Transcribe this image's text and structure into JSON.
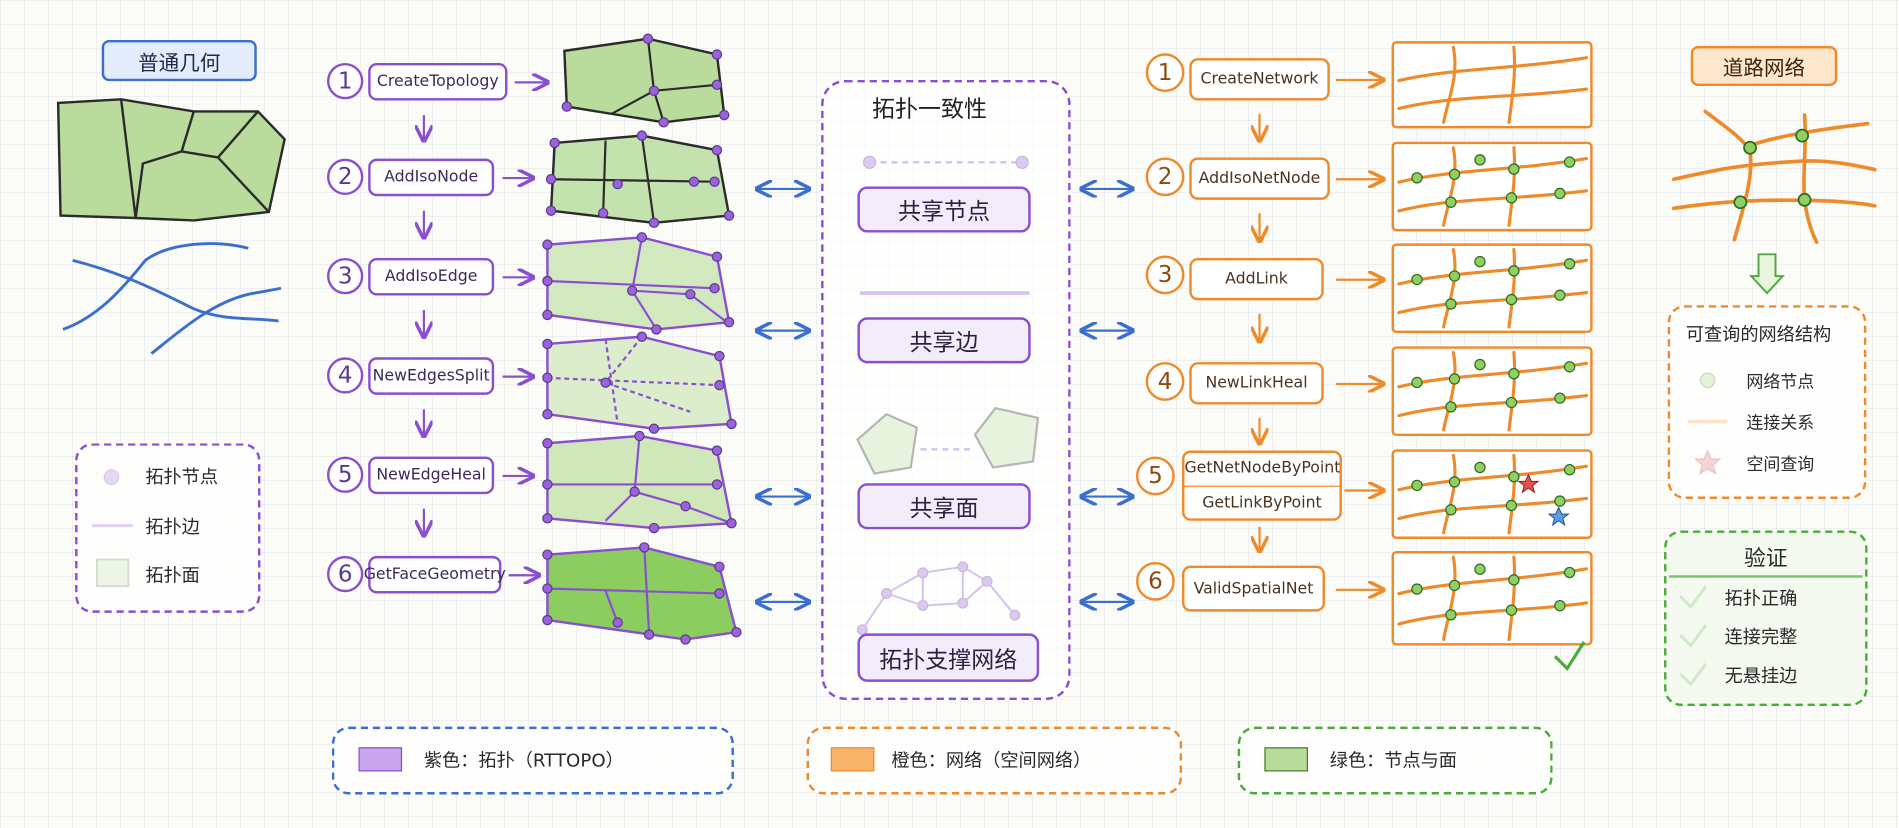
{
  "plain_geometry": {
    "title": "普通几何"
  },
  "topo_legend": {
    "node": "拓扑节点",
    "edge": "拓扑边",
    "face": "拓扑面"
  },
  "topo_steps": [
    {
      "n": "1",
      "label": "CreateTopology"
    },
    {
      "n": "2",
      "label": "AddIsoNode"
    },
    {
      "n": "3",
      "label": "AddIsoEdge"
    },
    {
      "n": "4",
      "label": "NewEdgesSplit"
    },
    {
      "n": "5",
      "label": "NewEdgeHeal"
    },
    {
      "n": "6",
      "label": "GetFaceGeometry"
    }
  ],
  "consistency": {
    "title": "拓扑一致性",
    "shared_node": "共享节点",
    "shared_edge": "共享边",
    "shared_face": "共享面",
    "support_network": "拓扑支撑网络"
  },
  "net_steps": [
    {
      "n": "1",
      "label": "CreateNetwork"
    },
    {
      "n": "2",
      "label": "AddIsoNetNode"
    },
    {
      "n": "3",
      "label": "AddLink"
    },
    {
      "n": "4",
      "label": "NewLinkHeal"
    },
    {
      "n": "5",
      "label": "GetNetNodeByPoint",
      "label2": "GetLinkByPoint"
    },
    {
      "n": "6",
      "label": "ValidSpatialNet"
    }
  ],
  "road": {
    "title": "道路网络"
  },
  "queryable": {
    "title": "可查询的网络结构",
    "node": "网络节点",
    "link": "连接关系",
    "query": "空间查询"
  },
  "verify": {
    "title": "验证",
    "items": [
      "拓扑正确",
      "连接完整",
      "无悬挂边"
    ]
  },
  "color_legend": {
    "purple": "紫色：拓扑（RTTOPO）",
    "orange": "橙色：网络（空间网络）",
    "green": "绿色：节点与面"
  },
  "colors": {
    "purple": "#8a4fcf",
    "orange": "#ef8a2a",
    "green": "#a9d58a",
    "blue": "#3a6fd0",
    "check_green": "#4caa3c"
  }
}
